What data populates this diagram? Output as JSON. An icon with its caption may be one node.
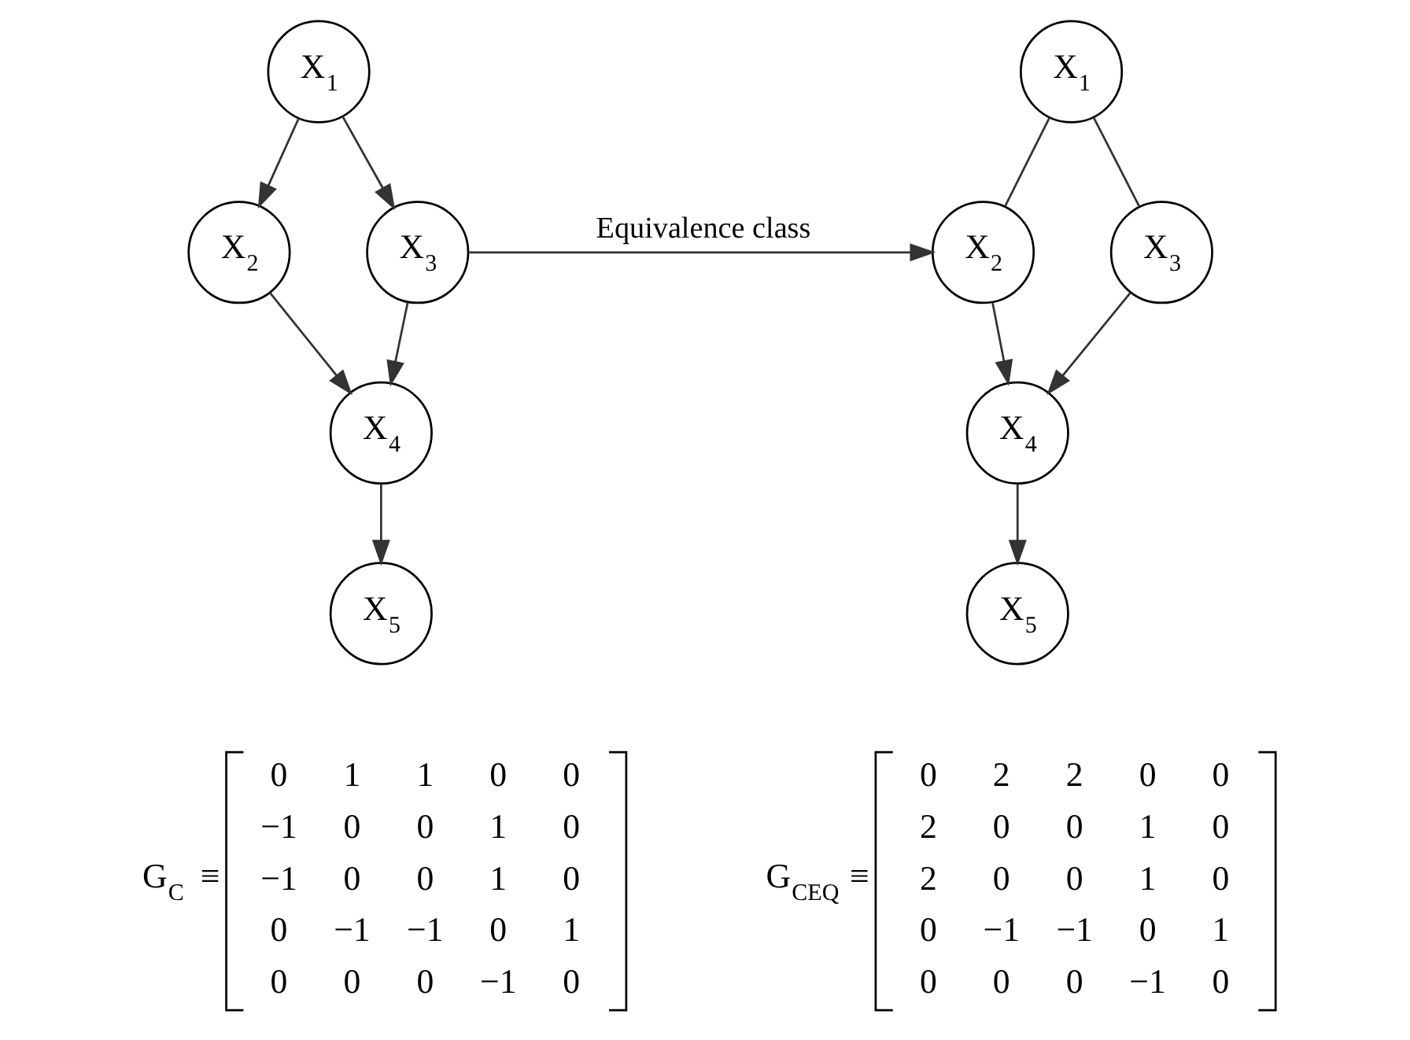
{
  "diagram": {
    "nodes": [
      {
        "text": [
          "X$_{1}$"
        ]
      },
      {
        "text": [
          "X$_{2}$"
        ]
      },
      {
        "text": [
          "X$_{3}$"
        ]
      },
      {
        "text": [
          "X$_{4}$"
        ]
      },
      {
        "text": [
          "X$_{5}$"
        ]
      },
      {
        "text": [
          "X$_{1}$"
        ]
      },
      {
        "text": [
          "X$_{2}$"
        ]
      },
      {
        "text": [
          "X$_{3}$"
        ]
      },
      {
        "text": [
          "X$_{4}$"
        ]
      },
      {
        "text": [
          "X$_{5}$"
        ]
      }
    ],
    "edges": [
      {
        "from": 0,
        "to": 1,
        "arrow": "to"
      },
      {
        "from": 0,
        "to": 2,
        "arrow": "to"
      },
      {
        "from": 1,
        "to": 3,
        "arrow": "to"
      },
      {
        "from": 2,
        "to": 3,
        "arrow": "to"
      },
      {
        "from": 3,
        "to": 4,
        "arrow": "to"
      },
      {
        "from": 2,
        "to": 6,
        "arrow": "to",
        "label": "Equivalence class"
      },
      {
        "from": 5,
        "to": 6,
        "arrow": "none"
      },
      {
        "from": 5,
        "to": 7,
        "arrow": "none"
      },
      {
        "from": 6,
        "to": 8,
        "arrow": "to"
      },
      {
        "from": 7,
        "to": 8,
        "arrow": "to"
      },
      {
        "from": 8,
        "to": 9,
        "arrow": "to"
      }
    ],
    "labels": [
      "G$_{C}$ ≡",
      "0",
      "1",
      "1",
      "0",
      "0",
      "−1",
      "0",
      "0",
      "1",
      "0",
      "−1",
      "0",
      "0",
      "1",
      "0",
      "0",
      "−1",
      "−1",
      "0",
      "1",
      "0",
      "0",
      "0",
      "−1",
      "0",
      "G$_{CEQ}$ ≡",
      "0",
      "2",
      "2",
      "0",
      "0",
      "2",
      "0",
      "0",
      "1",
      "0",
      "2",
      "0",
      "0",
      "1",
      "0",
      "0",
      "−1",
      "−1",
      "0",
      "1",
      "0",
      "0",
      "0",
      "−1",
      "0"
    ]
  }
}
